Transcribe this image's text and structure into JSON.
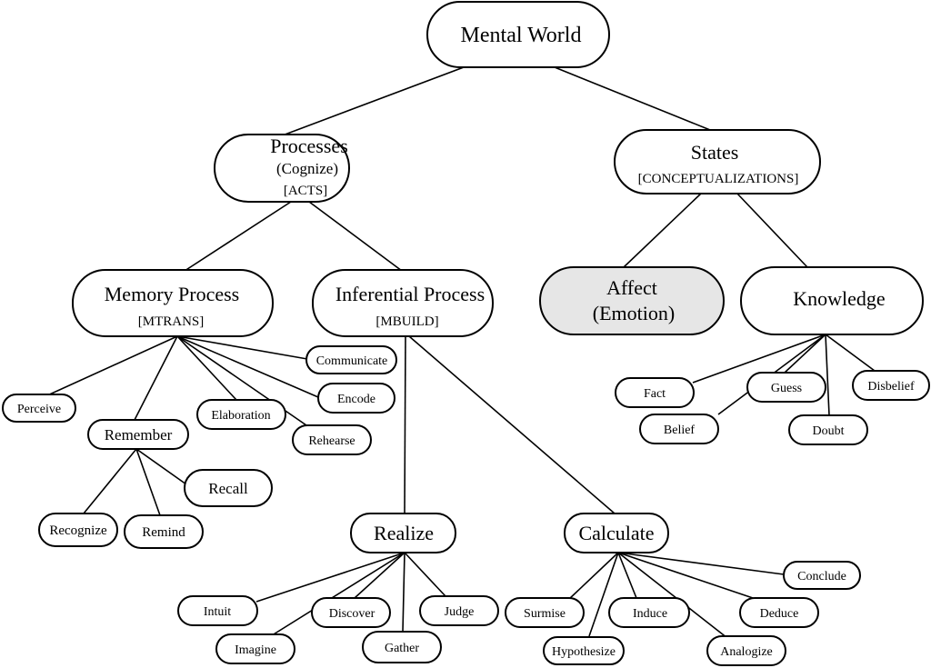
{
  "nodes": {
    "mental_world": {
      "label": "Mental World"
    },
    "processes": {
      "label": "Processes",
      "sub1": "(Cognize)",
      "sub2": "[ACTS]"
    },
    "states": {
      "label": "States",
      "sub1": "[CONCEPTUALIZATIONS]"
    },
    "memory_process": {
      "label": "Memory Process",
      "sub1": "[MTRANS]"
    },
    "inferential_process": {
      "label": "Inferential Process",
      "sub1": "[MBUILD]"
    },
    "affect": {
      "label": "Affect",
      "sub1": "(Emotion)"
    },
    "knowledge": {
      "label": "Knowledge"
    },
    "perceive": {
      "label": "Perceive"
    },
    "remember": {
      "label": "Remember"
    },
    "elaboration": {
      "label": "Elaboration"
    },
    "communicate": {
      "label": "Communicate"
    },
    "encode": {
      "label": "Encode"
    },
    "rehearse": {
      "label": "Rehearse"
    },
    "recall": {
      "label": "Recall"
    },
    "recognize": {
      "label": "Recognize"
    },
    "remind": {
      "label": "Remind"
    },
    "realize": {
      "label": "Realize"
    },
    "calculate": {
      "label": "Calculate"
    },
    "fact": {
      "label": "Fact"
    },
    "guess": {
      "label": "Guess"
    },
    "disbelief": {
      "label": "Disbelief"
    },
    "belief": {
      "label": "Belief"
    },
    "doubt": {
      "label": "Doubt"
    },
    "intuit": {
      "label": "Intuit"
    },
    "discover": {
      "label": "Discover"
    },
    "judge": {
      "label": "Judge"
    },
    "imagine": {
      "label": "Imagine"
    },
    "gather": {
      "label": "Gather"
    },
    "surmise": {
      "label": "Surmise"
    },
    "induce": {
      "label": "Induce"
    },
    "deduce": {
      "label": "Deduce"
    },
    "conclude": {
      "label": "Conclude"
    },
    "hypothesize": {
      "label": "Hypothesize"
    },
    "analogize": {
      "label": "Analogize"
    }
  }
}
